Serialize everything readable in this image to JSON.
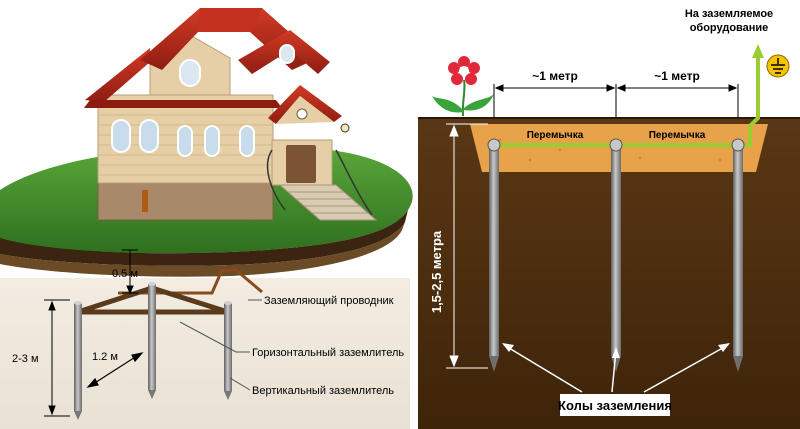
{
  "left_panel": {
    "depth_label": "0.5 м",
    "height_label": "2-3 м",
    "spacing_label": "1.2 м",
    "conductor_label": "Заземляющий проводник",
    "horizontal_label": "Горизонтальный заземлитель",
    "vertical_label": "Вертикальный заземлитель"
  },
  "right_panel": {
    "equipment_label_line1": "На заземляемое",
    "equipment_label_line2": "оборудование",
    "spacing_label_1": "~1 метр",
    "spacing_label_2": "~1 метр",
    "jumper_label_1": "Перемычка",
    "jumper_label_2": "Перемычка",
    "depth_label": "1,5-2,5 метра",
    "stakes_label": "Колы заземления"
  },
  "colors": {
    "grass": "#3f8a2c",
    "soil_dark": "#4a2c10",
    "trench_fill": "#e8a24a",
    "roof": "#b32619",
    "wall": "#e6cfa6",
    "rod": "#8a8a8a",
    "ground_wire": "#9acd32"
  }
}
